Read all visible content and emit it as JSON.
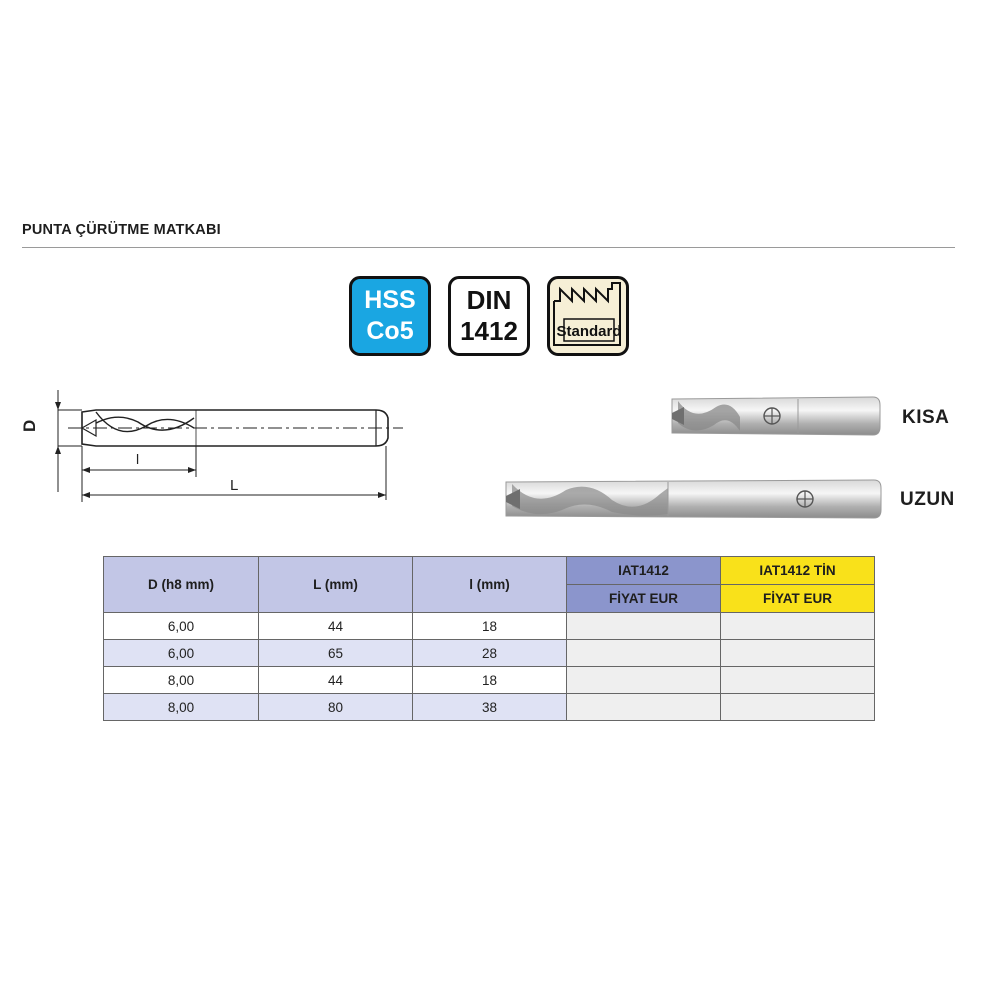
{
  "title": "PUNTA ÇÜRÜTME MATKABI",
  "badges": {
    "hss_line1": "HSS",
    "hss_line2": "Co5",
    "din_line1": "DIN",
    "din_line2": "1412",
    "standard": "Standard"
  },
  "drawing": {
    "dim_d": "D",
    "dim_l_small": "l",
    "dim_l_total": "L"
  },
  "tools": {
    "short_label": "KISA",
    "long_label": "UZUN"
  },
  "table": {
    "headers": {
      "d": "D (h8 mm)",
      "l_total": "L (mm)",
      "l_flute": "l (mm)",
      "iat": "IAT1412",
      "iat_price": "FİYAT EUR",
      "tin": "IAT1412 TİN",
      "tin_price": "FİYAT EUR"
    },
    "rows": [
      {
        "d": "6,00",
        "l_total": "44",
        "l_flute": "18",
        "iat_price": "",
        "tin_price": ""
      },
      {
        "d": "6,00",
        "l_total": "65",
        "l_flute": "28",
        "iat_price": "",
        "tin_price": ""
      },
      {
        "d": "8,00",
        "l_total": "44",
        "l_flute": "18",
        "iat_price": "",
        "tin_price": ""
      },
      {
        "d": "8,00",
        "l_total": "80",
        "l_flute": "38",
        "iat_price": "",
        "tin_price": ""
      }
    ]
  },
  "colors": {
    "hss_badge": "#1aa6e2",
    "standard_badge": "#f6efd6",
    "header_main": "#c2c6e6",
    "header_iat": "#8b95cc",
    "header_tin": "#f9e11a"
  }
}
